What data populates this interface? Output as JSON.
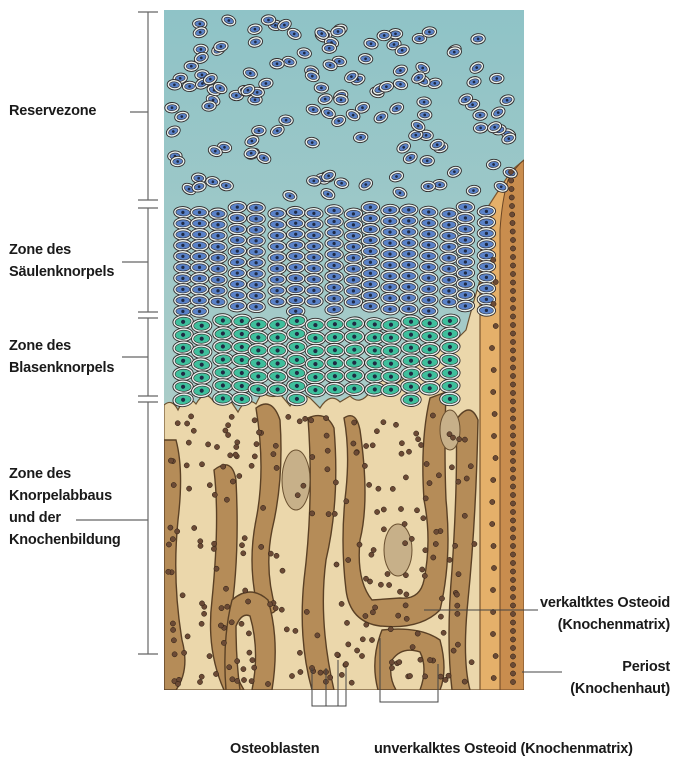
{
  "zones": {
    "reserve": [
      "Reservezone"
    ],
    "column": [
      "Zone des",
      "Säulenknorpels"
    ],
    "hypertrophic": [
      "Zone des",
      "Blasenknorpels"
    ],
    "resorption": [
      "Zone des",
      "Knorpelabbaus",
      "und der",
      "Knochenbildung"
    ]
  },
  "callouts": {
    "calcified_osteoid": [
      "verkaltktes Osteoid",
      "(Knochenmatrix)"
    ],
    "periosteum": [
      "Periost",
      "(Knochenhaut)"
    ],
    "osteoblasts": "Osteoblasten",
    "uncalcified_osteoid": "unverkalktes Osteoid (Knochenmatrix)"
  },
  "colors": {
    "background_top": "#8fc3c7",
    "background_bottom": "#c9d8c0",
    "reserve_cell": "#5a82c8",
    "hypertrophic_cell": "#3fbf9c",
    "cartilage_matrix": "#e8d4a8",
    "bone_trabecula": "#b08a55",
    "periosteum": "#d9a35a",
    "osteoblast": "#6b4a35",
    "outline": "#2f2a2a",
    "bracket_line": "#555555"
  }
}
